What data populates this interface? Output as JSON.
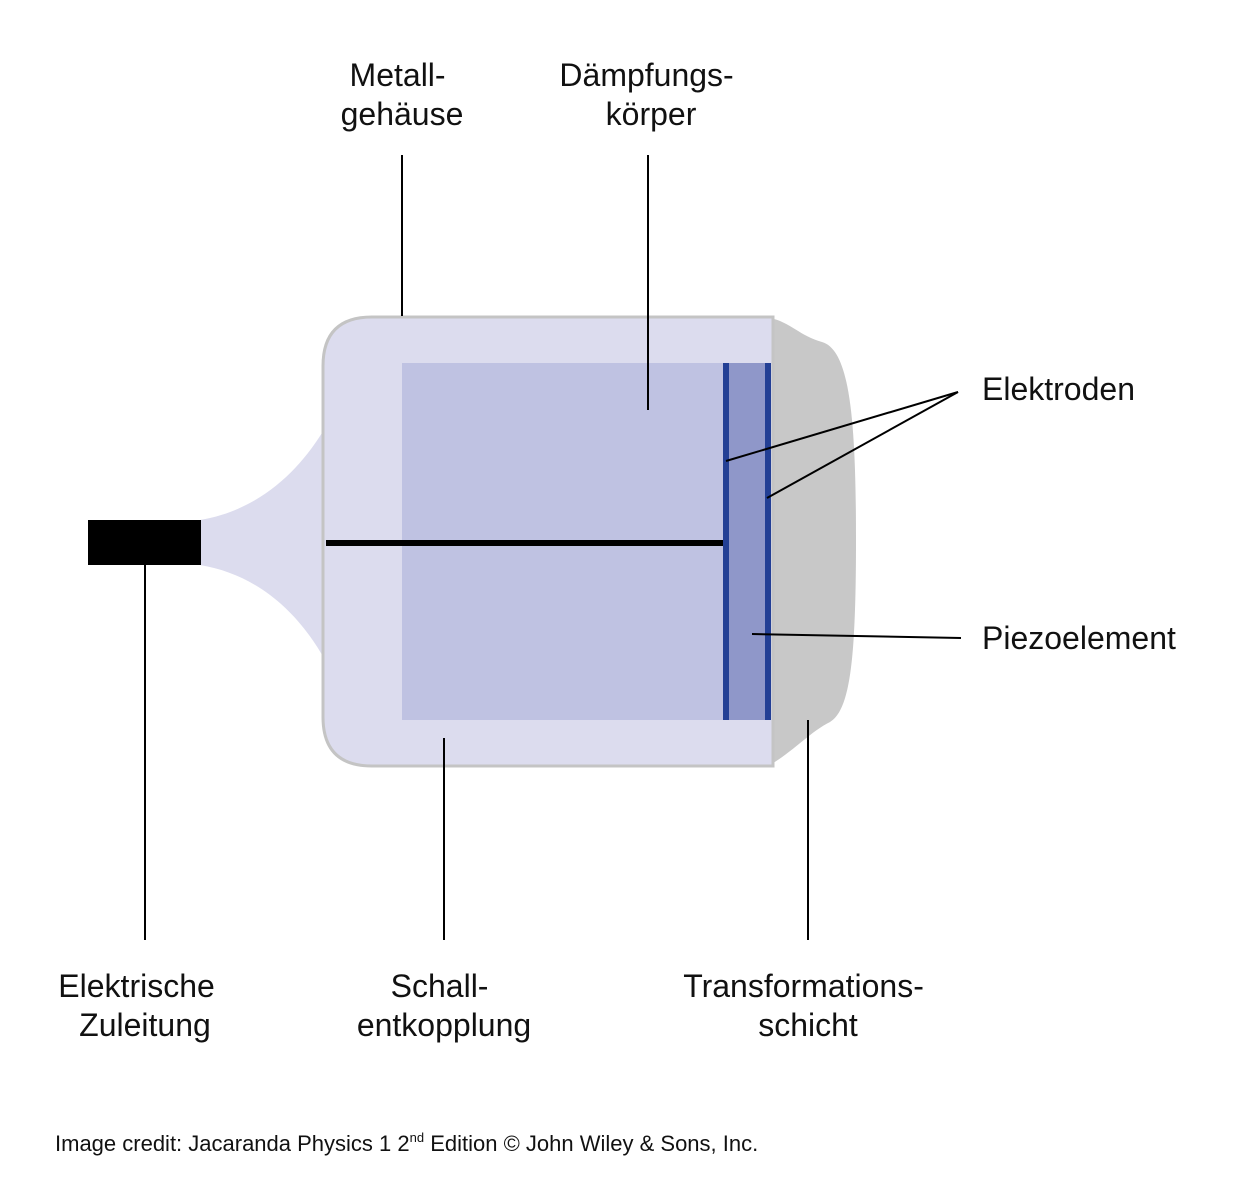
{
  "labels": {
    "metallgehaeuse": [
      "Metall-",
      "gehäuse"
    ],
    "daempfungskoerper": [
      "Dämpfungs-",
      "körper"
    ],
    "elektroden": "Elektroden",
    "piezoelement": "Piezoelement",
    "elektrische_zuleitung": [
      "Elektrische",
      "Zuleitung"
    ],
    "schallentkopplung": [
      "Schall-",
      "entkopplung"
    ],
    "transformationsschicht": [
      "Transformations-",
      "schicht"
    ]
  },
  "credit": {
    "before": "Image credit: Jacaranda Physics 1 2",
    "sup": "nd",
    "after": " Edition © John Wiley & Sons, Inc."
  },
  "colors": {
    "housing": "#dcdcee",
    "housing_border": "#c4c4c4",
    "damping": "#bfc2e2",
    "piezo": "#8f97c9",
    "electrode": "#233f95",
    "transformation": "#c8c8c8",
    "wire": "#000000"
  }
}
